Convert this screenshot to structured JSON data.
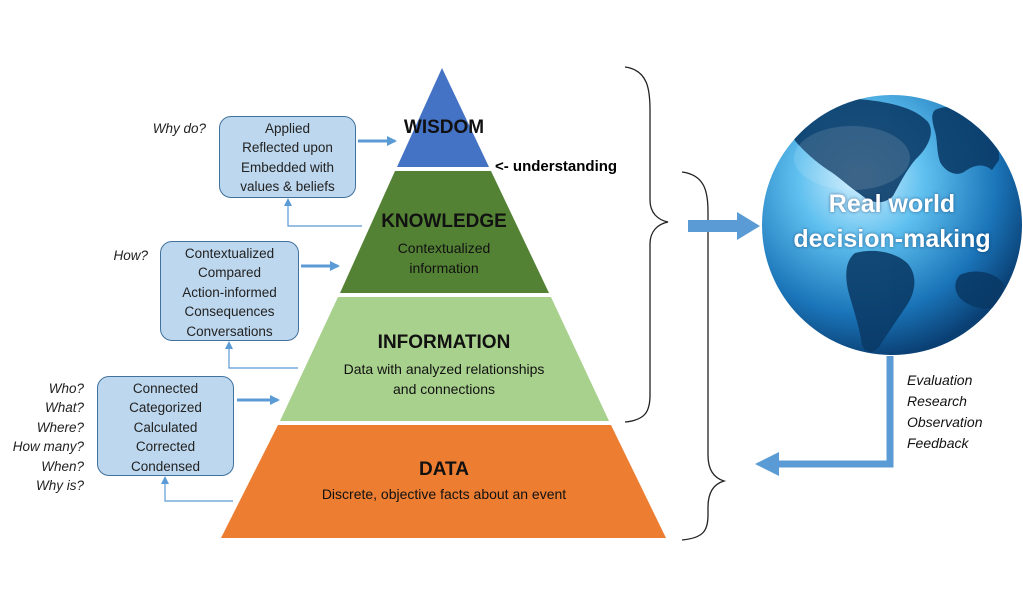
{
  "levels": {
    "wisdom": {
      "title": "WISDOM",
      "color": "#4472c4"
    },
    "knowledge": {
      "title": "KNOWLEDGE",
      "description_lines": [
        "Contextualized",
        "information"
      ],
      "color": "#548235"
    },
    "information": {
      "title": "INFORMATION",
      "description_lines": [
        "Data with analyzed relationships",
        "and connections"
      ],
      "color": "#a9d18e"
    },
    "data": {
      "title": "DATA",
      "description_lines": [
        "Discrete, objective facts about an event"
      ],
      "color": "#ed7d31"
    }
  },
  "understanding_label": "<- understanding",
  "process_boxes": {
    "wisdom": {
      "question_lines": [
        "Why do?"
      ],
      "items": [
        "Applied",
        "Reflected upon",
        "Embedded  with",
        "values & beliefs"
      ]
    },
    "knowledge": {
      "question_lines": [
        "How?"
      ],
      "items": [
        "Contextualized",
        "Compared",
        "Action-informed",
        "Consequences",
        "Conversations"
      ]
    },
    "information": {
      "question_lines": [
        "Who?",
        "What?",
        "Where?",
        "How many?",
        "When?",
        "Why is?"
      ],
      "items": [
        "Connected",
        "Categorized",
        "Calculated",
        "Corrected",
        "Condensed"
      ]
    }
  },
  "globe": {
    "title_lines": [
      "Real world",
      "decision-making"
    ]
  },
  "feedback_items": [
    "Evaluation",
    "Research",
    "Observation",
    "Feedback"
  ],
  "colors": {
    "arrow": "#5b9bd5",
    "box_fill": "#bdd7ee",
    "box_border": "#41719c"
  }
}
